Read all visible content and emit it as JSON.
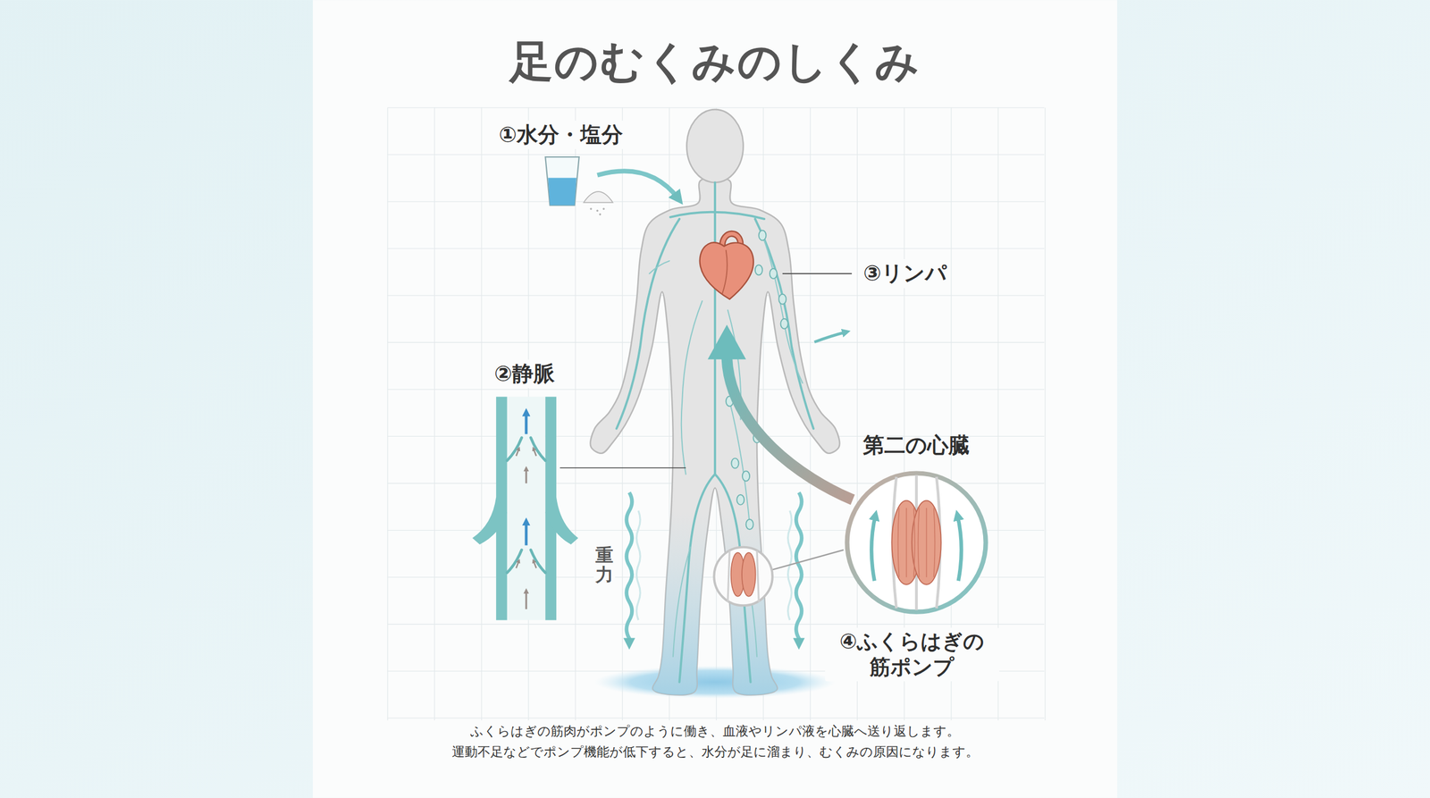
{
  "diagram": {
    "title": "足のむくみのしくみ",
    "caption": "ふくらはぎの筋肉がポンプのように働き、血液やリンパ液を心臓へ送り返します。 運動不足などでポンプ機能が低下すると、水分が足に溜まり、むくみの原因になります。",
    "nodes": [
      {
        "text": [
          "第二の心臓"
        ]
      }
    ],
    "labels": [
      "①水分・塩分",
      "③リンパ",
      "②静脈",
      "重力",
      "④ふくらはぎの 筋ポンプ"
    ]
  }
}
